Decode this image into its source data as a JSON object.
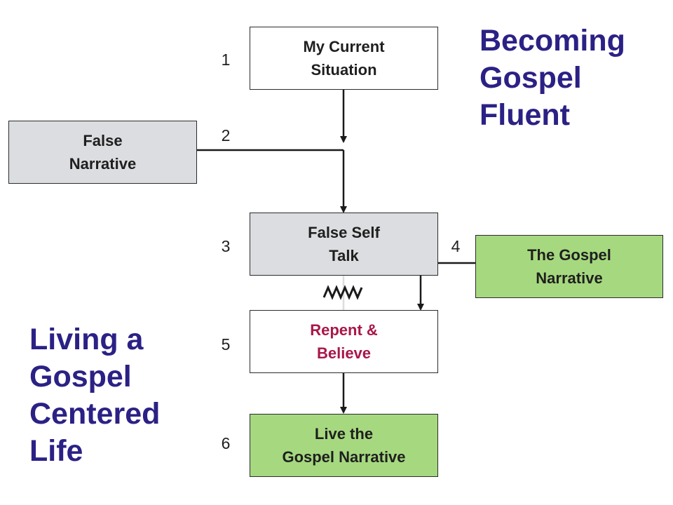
{
  "boxes": {
    "current_situation": [
      "My Current",
      "Situation"
    ],
    "false_narrative": [
      "False",
      "Narrative"
    ],
    "false_self_talk": [
      "False Self",
      "Talk"
    ],
    "gospel_narrative": [
      "The Gospel",
      "Narrative"
    ],
    "repent_believe": [
      "Repent &",
      "Believe"
    ],
    "live_gospel": [
      "Live the",
      "Gospel Narrative"
    ]
  },
  "step_numbers": [
    "1",
    "2",
    "3",
    "4",
    "5",
    "6"
  ],
  "title_top": [
    "Becoming",
    "Gospel",
    "Fluent"
  ],
  "title_bottom": [
    "Living a",
    "Gospel",
    "Centered",
    "Life"
  ],
  "colors": {
    "title": "#2b2185",
    "grey_box": "#dcdde0",
    "green_box": "#a6d97f",
    "repent_text": "#a8174a"
  }
}
